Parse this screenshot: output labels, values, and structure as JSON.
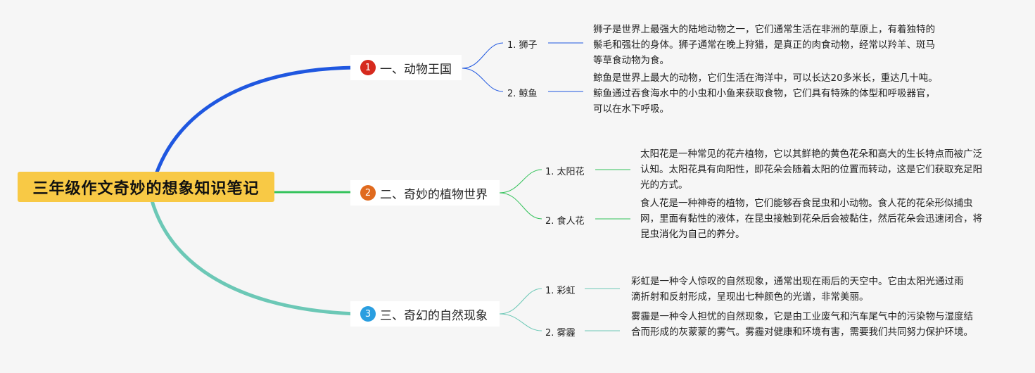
{
  "root": {
    "title": "三年级作文奇妙的想象知识笔记"
  },
  "branches": [
    {
      "number": "1",
      "label": "一、动物王国",
      "color": "#1f57e0",
      "badge_color": "#d62a1e",
      "items": [
        {
          "label": "1. 狮子",
          "desc": "狮子是世界上最强大的陆地动物之一，它们通常生活在非洲的草原上，有着独特的鬃毛和强壮的身体。狮子通常在晚上狩猎，是真正的肉食动物，经常以羚羊、斑马等草食动物为食。"
        },
        {
          "label": "2. 鲸鱼",
          "desc": "鲸鱼是世界上最大的动物，它们生活在海洋中，可以长达20多米长，重达几十吨。鲸鱼通过吞食海水中的小虫和小鱼来获取食物，它们具有特殊的体型和呼吸器官，可以在水下呼吸。"
        }
      ]
    },
    {
      "number": "2",
      "label": "二、奇妙的植物世界",
      "color": "#33c25a",
      "badge_color": "#e06a1e",
      "items": [
        {
          "label": "1. 太阳花",
          "desc": "太阳花是一种常见的花卉植物，它以其鲜艳的黄色花朵和高大的生长特点而被广泛认知。太阳花具有向阳性，即花朵会随着太阳的位置而转动，这是它们获取充足阳光的方式。"
        },
        {
          "label": "2. 食人花",
          "desc": "食人花是一种神奇的植物，它们能够吞食昆虫和小动物。食人花的花朵形似捕虫网，里面有黏性的液体，在昆虫接触到花朵后会被黏住，然后花朵会迅速闭合，将昆虫消化为自己的养分。"
        }
      ]
    },
    {
      "number": "3",
      "label": "三、奇幻的自然现象",
      "color": "#6cc8b6",
      "badge_color": "#2a9ee0",
      "items": [
        {
          "label": "1. 彩虹",
          "desc": "彩虹是一种令人惊叹的自然现象，通常出现在雨后的天空中。它由太阳光通过雨滴折射和反射形成，呈现出七种颜色的光谱，非常美丽。"
        },
        {
          "label": "2. 雾霾",
          "desc": "雾霾是一种令人担忧的自然现象，它是由工业废气和汽车尾气中的污染物与湿度结合而形成的灰蒙蒙的雾气。雾霾对健康和环境有害，需要我们共同努力保护环境。"
        }
      ]
    }
  ]
}
